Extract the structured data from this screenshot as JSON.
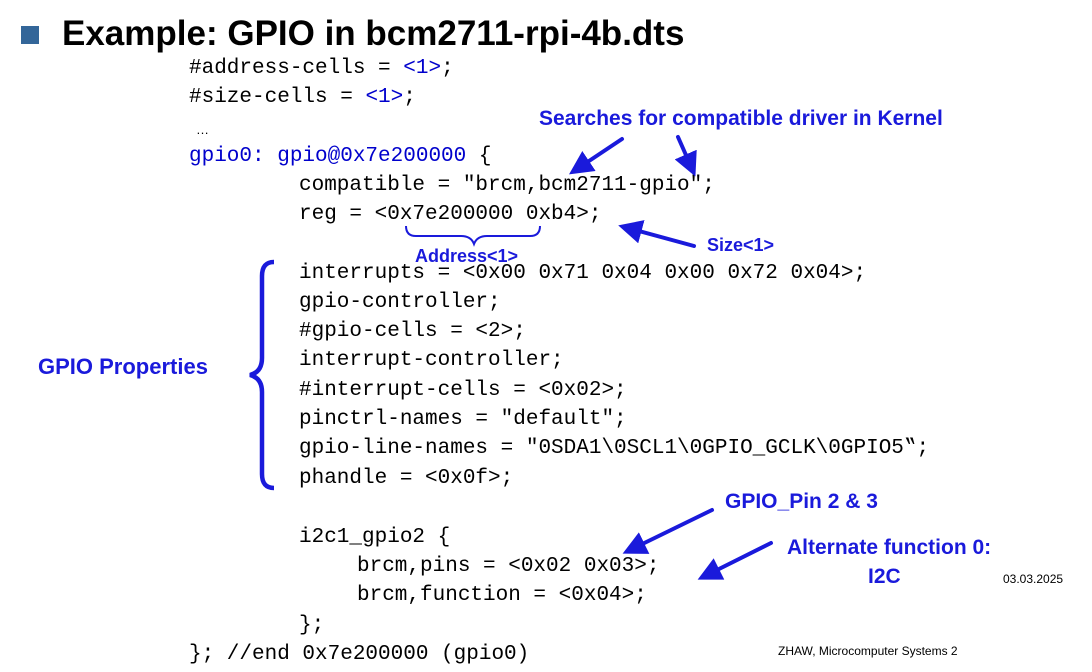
{
  "title": "Example: GPIO in bcm2711-rpi-4b.dts",
  "code": {
    "address_cells": "#address-cells = ",
    "address_cells_val": "<1>",
    "semicolon": ";",
    "size_cells": "#size-cells = ",
    "size_cells_val": "<1>",
    "ellipsis": "…",
    "gpio_node": "gpio0: gpio@0x7e200000",
    "brace_open": " {",
    "compatible": "compatible = \"brcm,bcm2711-gpio\";",
    "reg": "reg = <0x7e200000 0xb4>;",
    "interrupts": "interrupts = <0x00 0x71 0x04 0x00 0x72 0x04>;",
    "gpio_controller": "gpio-controller;",
    "gpio_cells": "#gpio-cells = <2>;",
    "interrupt_controller": "interrupt-controller;",
    "interrupt_cells": "#interrupt-cells = <0x02>;",
    "pinctrl_names": "pinctrl-names = \"default\";",
    "gpio_line_names": "gpio-line-names = \"0SDA1\\0SCL1\\0GPIO_GCLK\\0GPIO5‟;",
    "phandle": "phandle = <0x0f>;",
    "i2c1": "i2c1_gpio2 {",
    "brcm_pins": "brcm,pins = <0x02 0x03>;",
    "brcm_function": "brcm,function = <0x04>;",
    "inner_close": "};",
    "end": "}; //end 0x7e200000 (gpio0)"
  },
  "annotations": {
    "searches": "Searches for compatible driver in Kernel",
    "address": "Address<1>",
    "size": "Size<1>",
    "gpio_properties": "GPIO Properties",
    "gpio_pin": "GPIO_Pin 2 & 3",
    "alt_function_line1": "Alternate function 0:",
    "alt_function_line2": "I2C"
  },
  "footer": {
    "date": "03.03.2025",
    "course": "ZHAW, Microcomputer Systems 2"
  },
  "colors": {
    "annotation": "#1a1adb",
    "bullet": "#336699"
  }
}
